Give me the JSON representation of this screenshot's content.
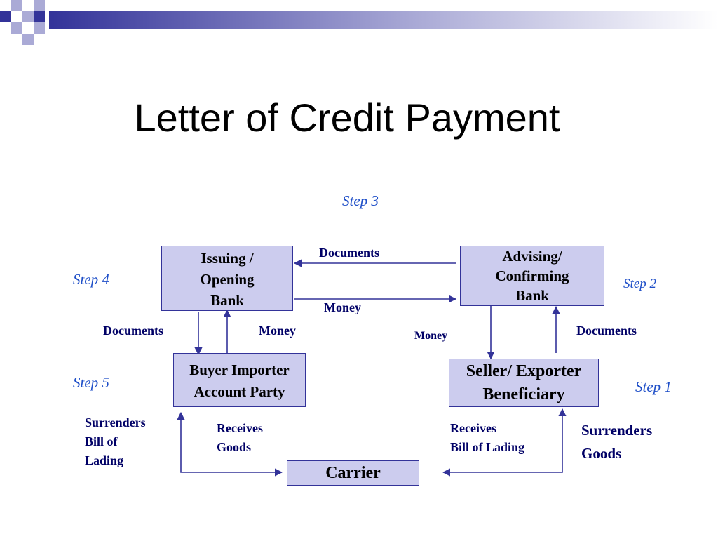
{
  "slide": {
    "title": "Letter of Credit Payment"
  },
  "diagram": {
    "nodes": {
      "issuing_bank": [
        "Issuing /",
        "Opening",
        "Bank"
      ],
      "advising_bank": [
        "Advising/",
        "Confirming",
        "Bank"
      ],
      "buyer": [
        "Buyer Importer",
        "Account Party"
      ],
      "seller": [
        "Seller/ Exporter",
        "Beneficiary"
      ],
      "carrier": [
        "Carrier"
      ]
    },
    "edge_labels": {
      "advising_to_issuing": "Documents",
      "issuing_to_advising": "Money",
      "issuing_to_buyer": "Documents",
      "buyer_to_issuing": "Money",
      "advising_to_seller": "Money",
      "seller_to_advising": "Documents",
      "buyer_surrenders": [
        "Surrenders",
        "Bill of",
        "Lading"
      ],
      "buyer_receives": [
        "Receives",
        "Goods"
      ],
      "seller_receives": [
        "Receives",
        "Bill of Lading"
      ],
      "seller_surrenders": [
        "Surrenders",
        "Goods"
      ]
    },
    "steps": {
      "step1": "Step 1",
      "step2": "Step 2",
      "step3": "Step 3",
      "step4": "Step 4",
      "step5": "Step 5"
    }
  },
  "colors": {
    "box_fill": "#ccccee",
    "box_border": "#333399",
    "label_text": "#000066",
    "step_text": "#1f4fc8",
    "arrow": "#333399"
  }
}
